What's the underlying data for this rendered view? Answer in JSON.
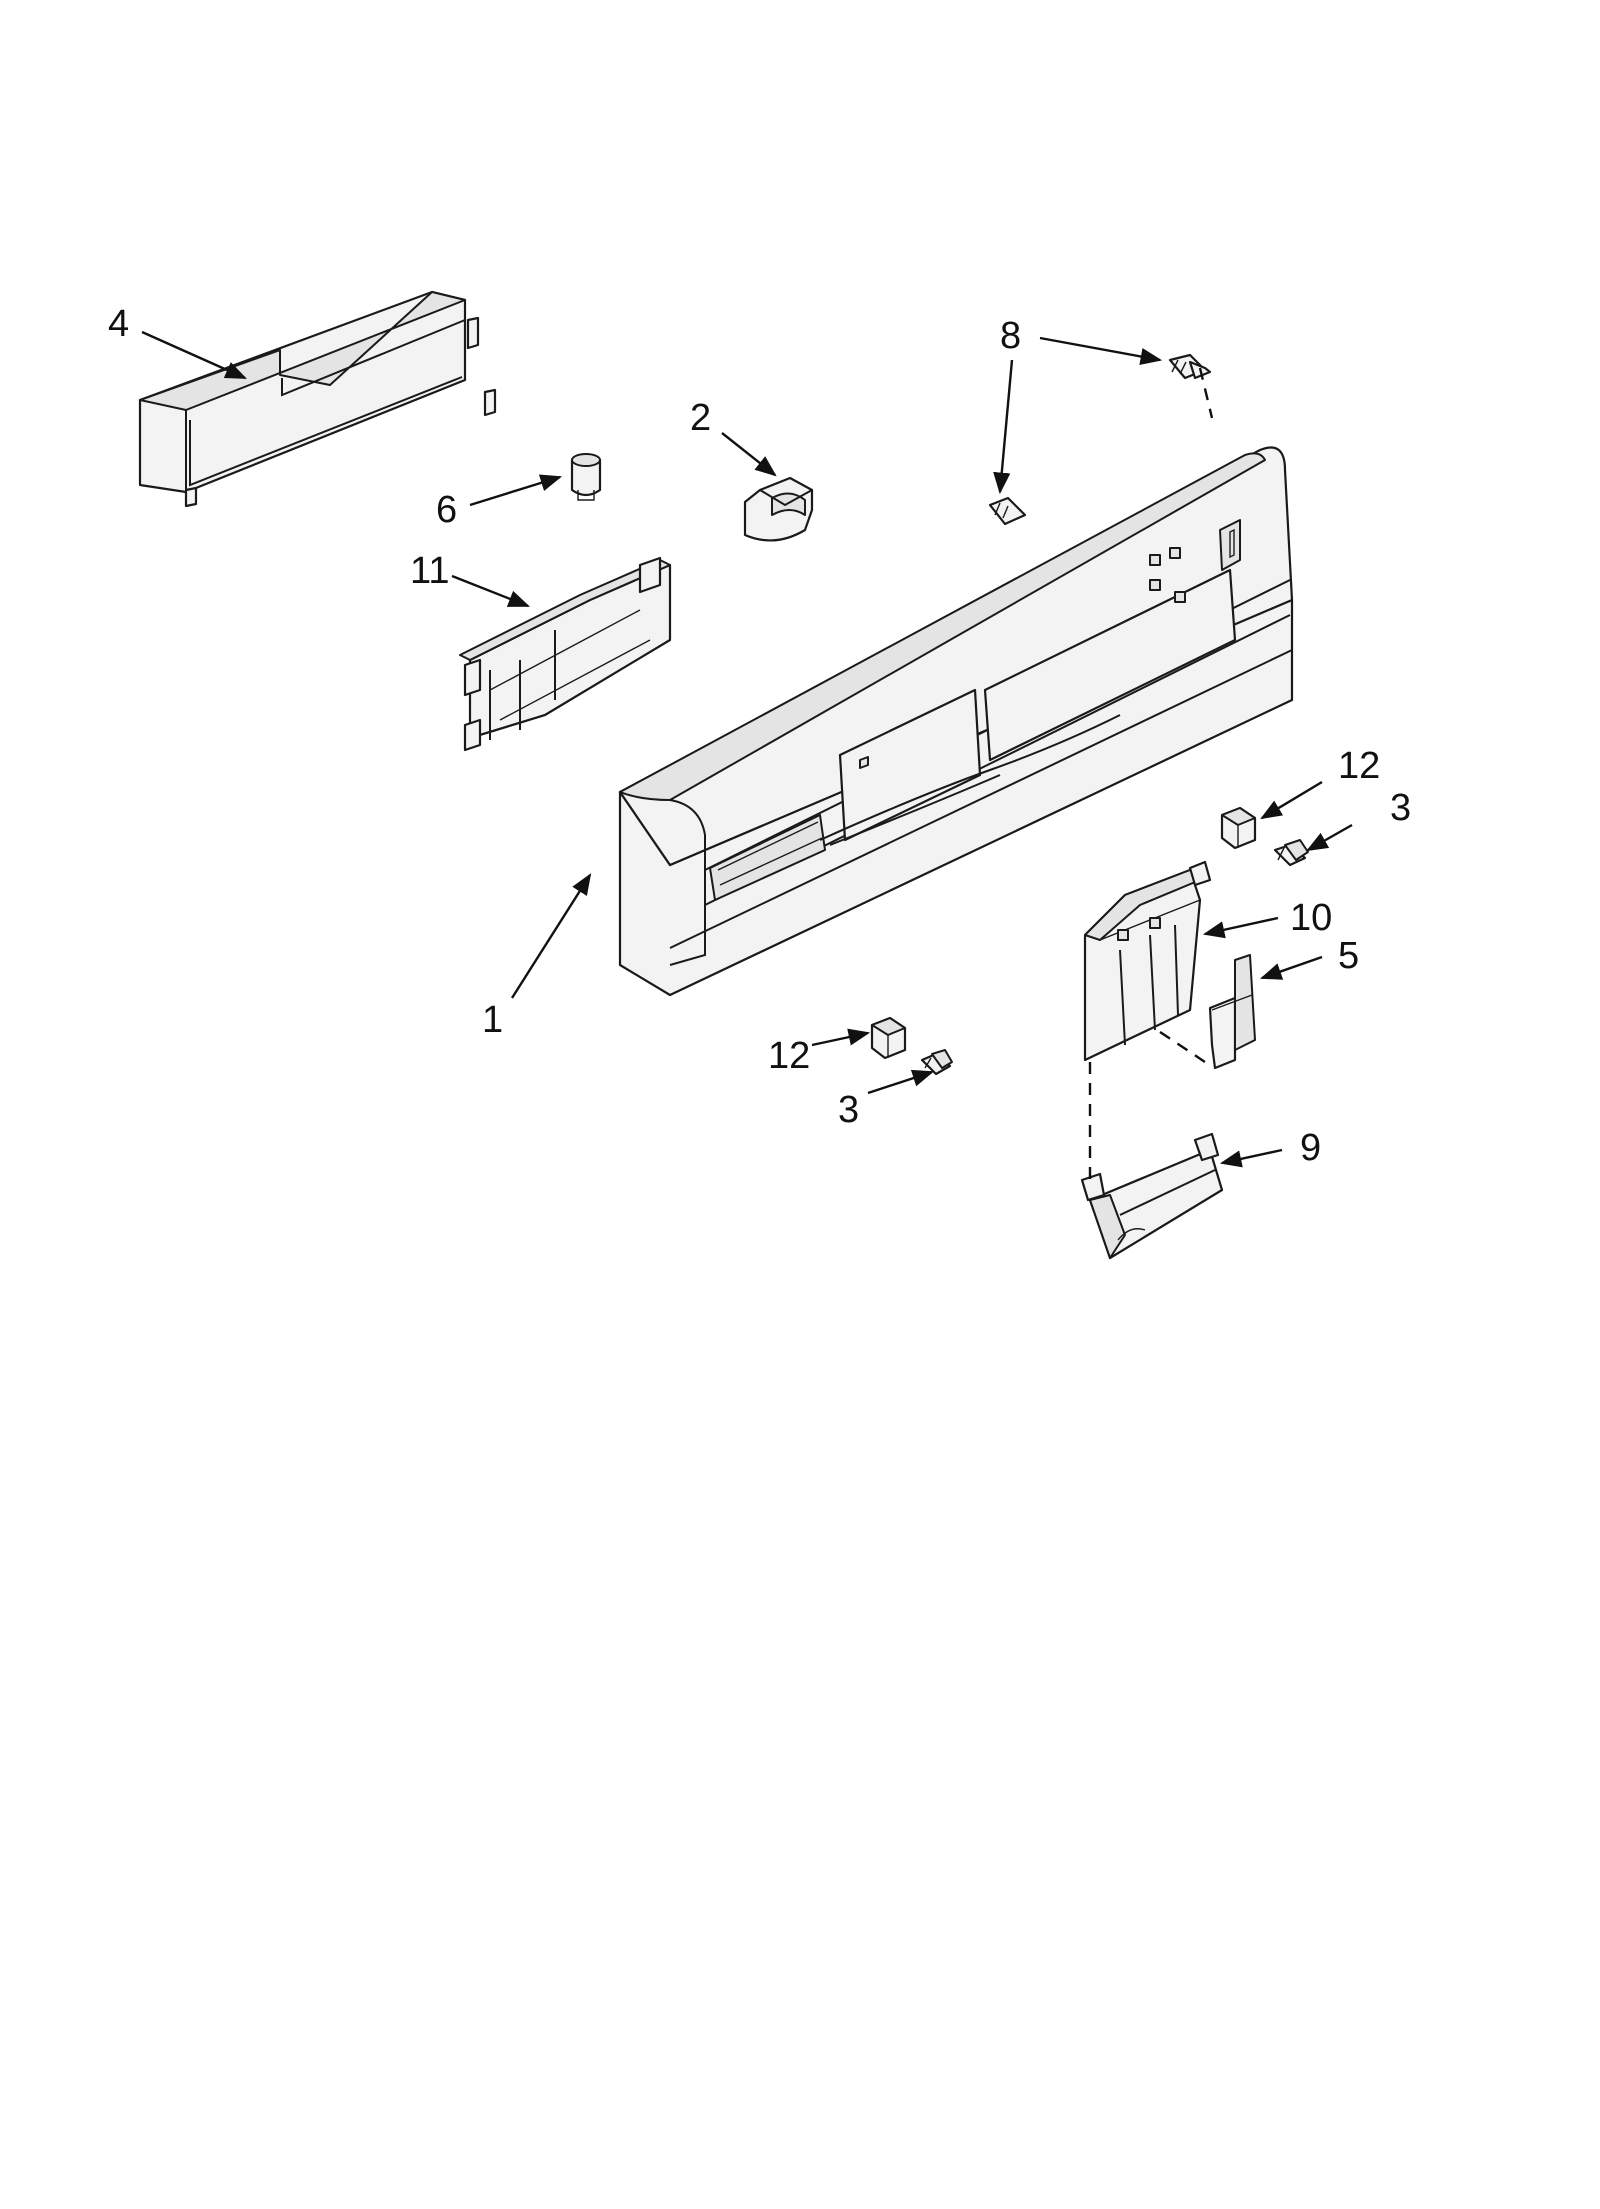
{
  "callouts": [
    {
      "id": "c1",
      "label": "1"
    },
    {
      "id": "c2",
      "label": "2"
    },
    {
      "id": "c3a",
      "label": "3"
    },
    {
      "id": "c3b",
      "label": "3"
    },
    {
      "id": "c4",
      "label": "4"
    },
    {
      "id": "c5",
      "label": "5"
    },
    {
      "id": "c6",
      "label": "6"
    },
    {
      "id": "c8",
      "label": "8"
    },
    {
      "id": "c9",
      "label": "9"
    },
    {
      "id": "c10",
      "label": "10"
    },
    {
      "id": "c11",
      "label": "11"
    },
    {
      "id": "c12a",
      "label": "12"
    },
    {
      "id": "c12b",
      "label": "12"
    }
  ],
  "colors": {
    "ink": "#1a1a1a",
    "background": "#ffffff",
    "part_fill": "#f3f3f3"
  }
}
